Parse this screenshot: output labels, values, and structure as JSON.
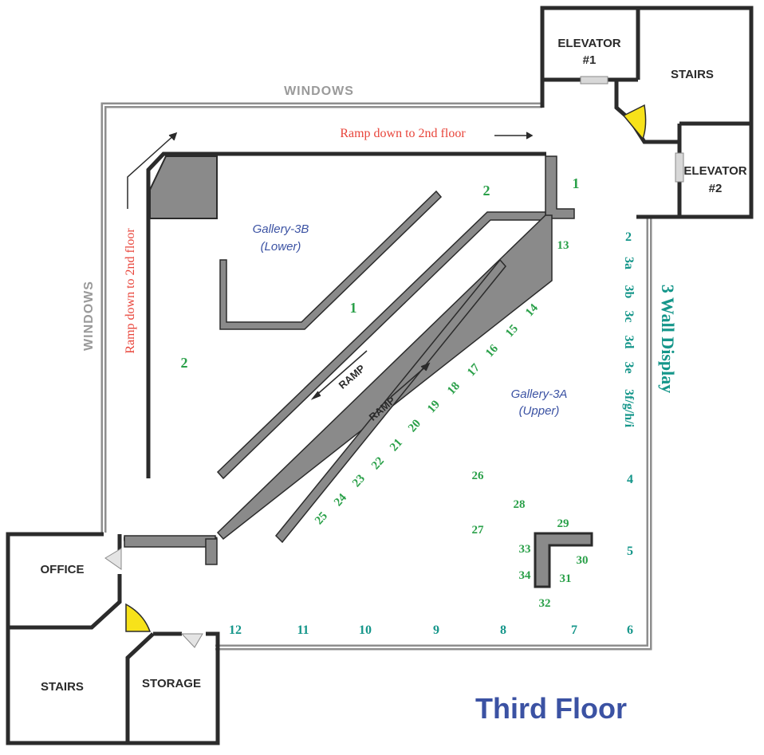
{
  "map": {
    "title": "Third Floor",
    "rooms": {
      "elevator1_line1": "ELEVATOR",
      "elevator1_line2": "#1",
      "stairs_top": "STAIRS",
      "elevator2_line1": "ELEVATOR",
      "elevator2_line2": "#2",
      "office": "OFFICE",
      "stairs_bottom": "STAIRS",
      "storage": "STORAGE"
    },
    "windows_top": "WINDOWS",
    "windows_left": "WINDOWS",
    "ramp_top": "Ramp down to 2nd floor",
    "ramp_left": "Ramp down to 2nd floor",
    "ramp_label_1": "RAMP",
    "ramp_label_2": "RAMP",
    "gallery_3b_line1": "Gallery-3B",
    "gallery_3b_line2": "(Lower)",
    "gallery_3a_line1": "Gallery-3A",
    "gallery_3a_line2": "(Upper)",
    "wall_display": "3 Wall Display",
    "numbers": {
      "g3b_1": "1",
      "g3b_2": "2",
      "g3b_2_top": "2",
      "top_1": "1",
      "n13": "13",
      "n14": "14",
      "n15": "15",
      "n16": "16",
      "n17": "17",
      "n18": "18",
      "n19": "19",
      "n20": "20",
      "n21": "21",
      "n22": "22",
      "n23": "23",
      "n24": "24",
      "n25": "25",
      "n26": "26",
      "n27": "27",
      "n28": "28",
      "n29": "29",
      "n30": "30",
      "n31": "31",
      "n32": "32",
      "n33": "33",
      "n34": "34",
      "w2": "2",
      "w3a": "3a",
      "w3b": "3b",
      "w3c_1": "3c",
      "w3d": "3d",
      "w3e": "3e",
      "w3fghi": "3f/g/h/i",
      "w4": "4",
      "w5": "5",
      "w6": "6",
      "w7": "7",
      "w8": "8",
      "w9": "9",
      "w10": "10",
      "w11": "11",
      "w12": "12"
    },
    "colors": {
      "wall": "#2b2b2b",
      "window": "#9a9a9a",
      "panel": "#8a8a8a",
      "door": "#f7e21a",
      "green": "#2aa049",
      "teal": "#15968a",
      "red": "#e8443a",
      "blue": "#3b52a3"
    }
  }
}
